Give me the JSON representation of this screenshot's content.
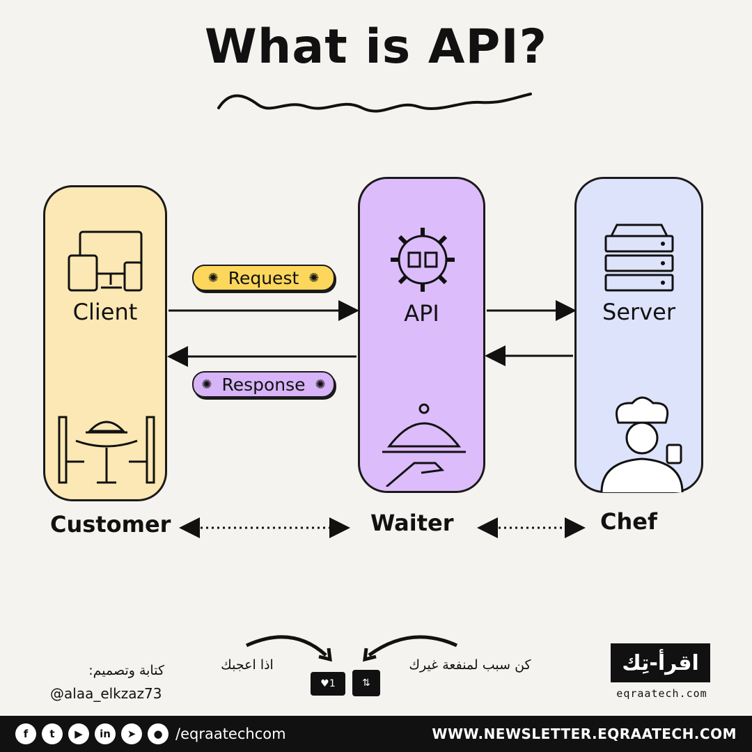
{
  "title": "What is API?",
  "cards": {
    "client": {
      "label": "Client",
      "role": "Customer",
      "color": "#fbe8b4"
    },
    "api": {
      "label": "API",
      "role": "Waiter",
      "color": "#dcbcfb"
    },
    "server": {
      "label": "Server",
      "role": "Chef",
      "color": "#dde3fb"
    }
  },
  "flows": {
    "request": {
      "label": "Request",
      "color": "#fcd75c"
    },
    "response": {
      "label": "Response",
      "color": "#d7b4f7"
    }
  },
  "footer": {
    "credit_label": "كتابة وتصميم:",
    "credit_handle": "@alaa_elkzaz73",
    "like_prompt": "اذا اعجبك",
    "share_prompt": "كن سبب لمنفعة غيرك",
    "like_count": "1",
    "brand_logo_text": "اقرأ-تِك",
    "brand_domain": "eqraatech.com",
    "social_handle": "/eqraatechcom",
    "newsletter_url": "WWW.NEWSLETTER.EQRAATECH.COM",
    "social_icons": [
      "facebook-icon",
      "twitter-icon",
      "youtube-icon",
      "linkedin-icon",
      "telegram-icon",
      "github-icon"
    ]
  }
}
